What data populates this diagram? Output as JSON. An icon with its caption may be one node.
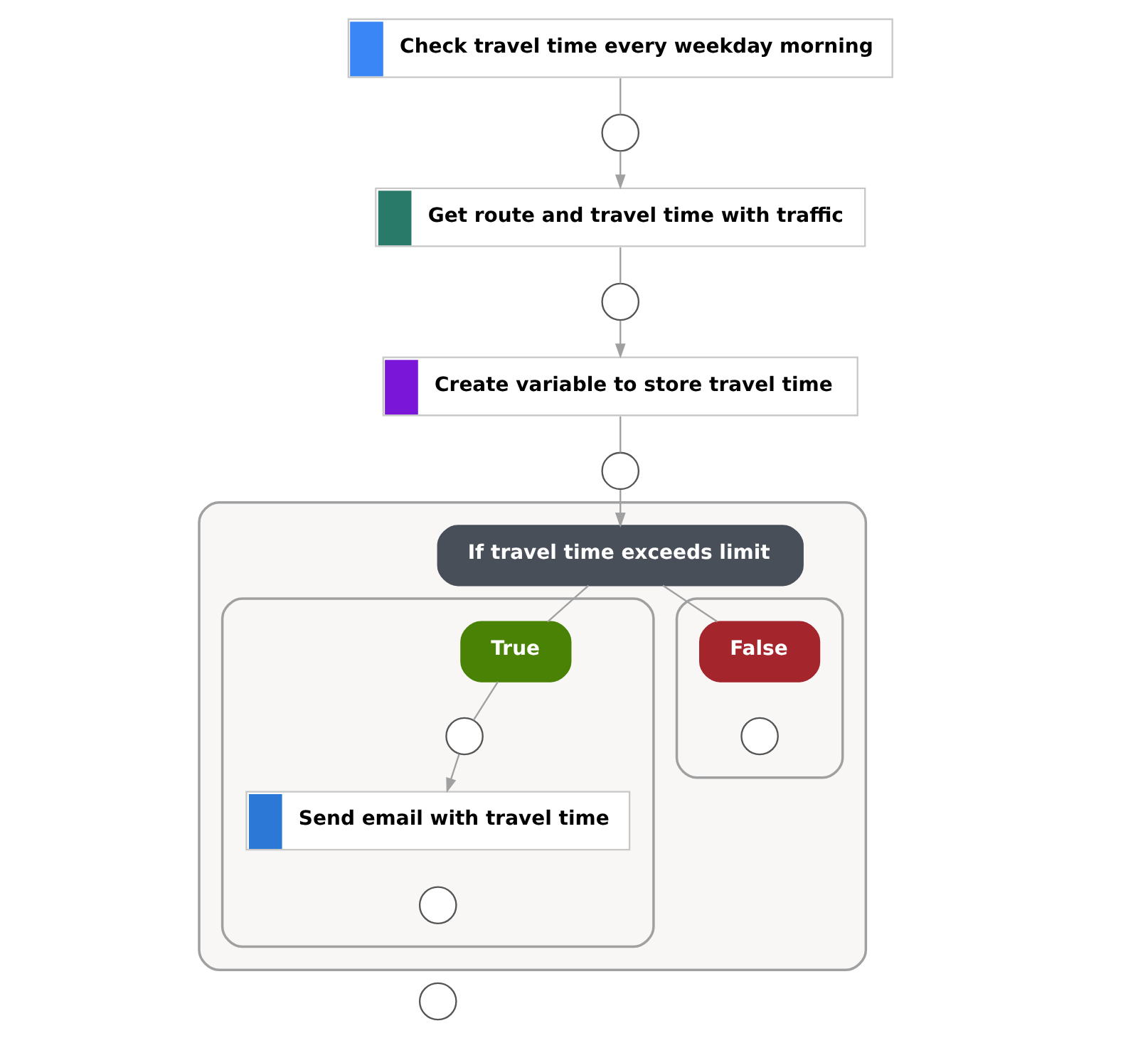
{
  "diagram": {
    "nodes": [
      {
        "text": [
          "Check travel time every weekday morning"
        ]
      },
      {
        "text": [],
        "shape": "circle"
      },
      {
        "text": [
          "Get route and travel time with traffic"
        ]
      },
      {
        "text": [],
        "shape": "circle"
      },
      {
        "text": [
          "Create variable to store travel time"
        ]
      },
      {
        "text": [],
        "shape": "circle"
      },
      {
        "text": [],
        "shape": "box"
      },
      {
        "text": [
          "If travel time exceeds limit"
        ],
        "in": 6
      },
      {
        "text": [],
        "shape": "box",
        "in": 6
      },
      {
        "text": [
          "True"
        ],
        "in": 8
      },
      {
        "text": [],
        "shape": "circle",
        "in": 8
      },
      {
        "text": [
          "Send email with travel time"
        ],
        "in": 8
      },
      {
        "text": [],
        "shape": "circle",
        "in": 8
      },
      {
        "text": [],
        "shape": "box",
        "in": 6
      },
      {
        "text": [
          "False"
        ],
        "in": 13
      },
      {
        "text": [],
        "shape": "circle",
        "in": 13
      },
      {
        "text": [],
        "shape": "circle"
      }
    ],
    "edges": [
      {
        "from": 0,
        "to": 1,
        "arrow": "none"
      },
      {
        "from": 1,
        "to": 2,
        "arrow": "to"
      },
      {
        "from": 2,
        "to": 3,
        "arrow": "none"
      },
      {
        "from": 3,
        "to": 4,
        "arrow": "to"
      },
      {
        "from": 4,
        "to": 5,
        "arrow": "none"
      },
      {
        "from": 5,
        "to": 7,
        "arrow": "to"
      },
      {
        "from": 7,
        "to": 9,
        "arrow": "none"
      },
      {
        "from": 7,
        "to": 14,
        "arrow": "none"
      },
      {
        "from": 9,
        "to": 10,
        "arrow": "none"
      },
      {
        "from": 10,
        "to": 11,
        "arrow": "to"
      }
    ]
  }
}
